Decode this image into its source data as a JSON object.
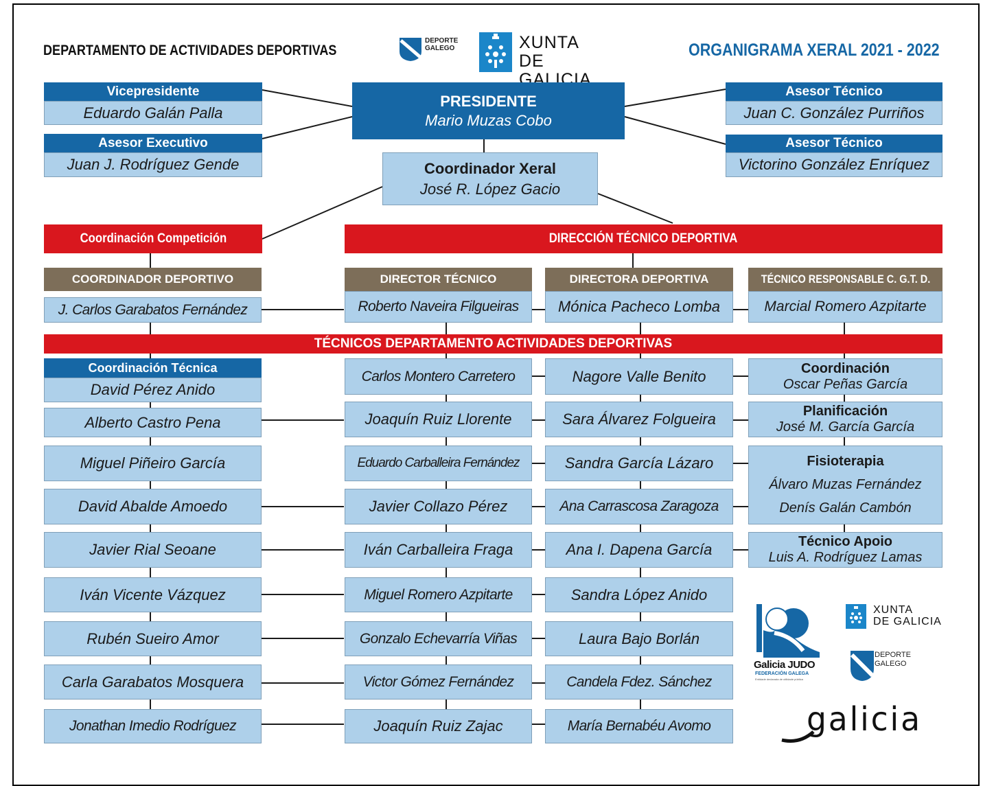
{
  "header": {
    "department": "DEPARTAMENTO DE ACTIVIDADES DEPORTIVAS",
    "deporte_logo": [
      "DEPORTE",
      "GALEGO"
    ],
    "xunta_logo": [
      "XUNTA",
      "DE GALICIA"
    ],
    "title": "ORGANIGRAMA XERAL 2021 - 2022",
    "colors": {
      "blue": "#1667a5",
      "red": "#d9171e",
      "brown": "#7d6e59",
      "light": "#aed0ea"
    }
  },
  "top": {
    "president_title": "PRESIDENTE",
    "president_name": "Mario Muzas Cobo",
    "vice_title": "Vicepresidente",
    "vice_name": "Eduardo Galán Palla",
    "exec_title": "Asesor Executivo",
    "exec_name": "Juan J. Rodríguez Gende",
    "adv1_title": "Asesor Técnico",
    "adv1_name": "Juan C. González Purriños",
    "adv2_title": "Asesor Técnico",
    "adv2_name": "Victorino González Enríquez",
    "coord_title": "Coordinador Xeral",
    "coord_name": "José R. López Gacio"
  },
  "banners": {
    "competicion": "Coordinación Competición",
    "direccion": "DIRECCIÓN TÉCNICO DEPORTIVA",
    "tecnicos": "TÉCNICOS DEPARTAMENTO ACTIVIDADES DEPORTIVAS"
  },
  "roles": {
    "coord_dep_title": "COORDINADOR DEPORTIVO",
    "coord_dep_name": "J. Carlos Garabatos Fernández",
    "dir_tec_title": "DIRECTOR TÉCNICO",
    "dir_tec_name": "Roberto Naveira Filgueiras",
    "dir_dep_title": "DIRECTORA DEPORTIVA",
    "dir_dep_name": "Mónica Pacheco Lomba",
    "resp_title": "TÉCNICO RESPONSABLE C. G.T. D.",
    "resp_name": "Marcial Romero Azpitarte"
  },
  "col1": {
    "coord_tec_title": "Coordinación Técnica",
    "coord_tec_name": "David Pérez Anido",
    "names": [
      "Alberto Castro Pena",
      "Miguel Piñeiro García",
      "David Abalde Amoedo",
      "Javier Rial Seoane",
      "Iván Vicente Vázquez",
      "Rubén Sueiro Amor",
      "Carla Garabatos Mosquera",
      "Jonathan Imedio Rodríguez"
    ]
  },
  "col2": [
    "Carlos Montero Carretero",
    "Joaquín Ruiz Llorente",
    "Eduardo Carballeira Fernández",
    "Javier Collazo Pérez",
    "Iván Carballeira Fraga",
    "Miguel Romero Azpitarte",
    "Gonzalo Echevarría Viñas",
    "Victor Gómez Fernández",
    "Joaquín Ruiz Zajac"
  ],
  "col3": [
    "Nagore Valle Benito",
    "Sara Álvarez Folgueira",
    "Sandra García Lázaro",
    "Ana Carrascosa Zaragoza",
    "Ana I. Dapena García",
    "Sandra López Anido",
    "Laura Bajo Borlán",
    "Candela Fdez. Sánchez",
    "María Bernabéu Avomo"
  ],
  "col4": {
    "coordinacion_title": "Coordinación",
    "coordinacion_name": "Oscar Peñas García",
    "planificacion_title": "Planificación",
    "planificacion_name": "José M. García García",
    "fisio_title": "Fisioterapia",
    "fisio_name1": "Álvaro Muzas Fernández",
    "fisio_name2": "Denís Galán Cambón",
    "apoio_title": "Técnico Apoio",
    "apoio_name": "Luis A. Rodríguez Lamas"
  },
  "logos": {
    "judo_name": "Galicia JUDO",
    "judo_sub": "FEDERACIÓN GALEGA",
    "judo_small": "Entidade declarada de utilidade pública",
    "xunta": [
      "XUNTA",
      "DE GALICIA"
    ],
    "deporte": [
      "DEPORTE",
      "GALEGO"
    ],
    "galicia": "galicia"
  }
}
